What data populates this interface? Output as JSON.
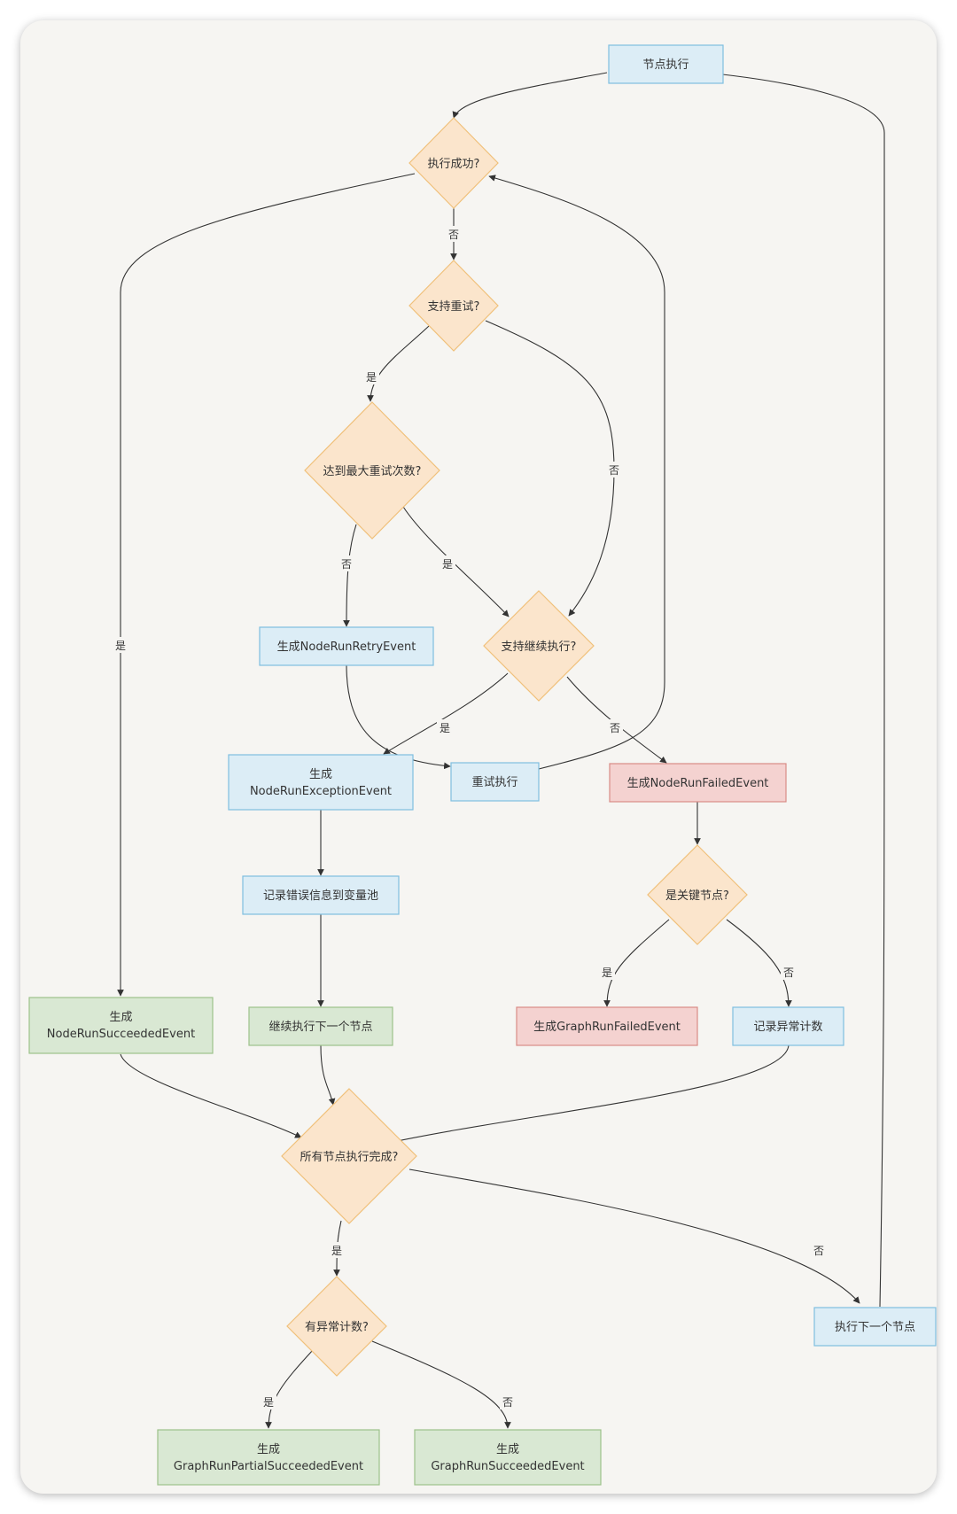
{
  "colors": {
    "process_fill": "#dcedf6",
    "process_stroke": "#7fbfe0",
    "decision_fill": "#fbe5cc",
    "decision_stroke": "#f0c07a",
    "success_fill": "#d9e8d3",
    "success_stroke": "#9cc28a",
    "error_fill": "#f4d2d0",
    "error_stroke": "#d98b86"
  },
  "nodes": {
    "node_exec": {
      "label": "节点执行",
      "style": "process"
    },
    "exec_success": {
      "label": "执行成功?",
      "style": "decision"
    },
    "support_retry": {
      "label": "支持重试?",
      "style": "decision"
    },
    "max_retry": {
      "label": "达到最大重试次数?",
      "style": "decision"
    },
    "support_continue": {
      "label": "支持继续执行?",
      "style": "decision"
    },
    "gen_retry_event": {
      "label": "生成NodeRunRetryEvent",
      "style": "process"
    },
    "gen_exception_event": {
      "lines": [
        "生成",
        "NodeRunExceptionEvent"
      ],
      "style": "process"
    },
    "retry_exec": {
      "label": "重试执行",
      "style": "process"
    },
    "gen_failed_event": {
      "label": "生成NodeRunFailedEvent",
      "style": "error"
    },
    "record_error": {
      "label": "记录错误信息到变量池",
      "style": "process"
    },
    "is_key_node": {
      "label": "是关键节点?",
      "style": "decision"
    },
    "gen_succeeded_event": {
      "lines": [
        "生成",
        "NodeRunSucceededEvent"
      ],
      "style": "success"
    },
    "continue_next": {
      "label": "继续执行下一个节点",
      "style": "success"
    },
    "gen_graph_failed": {
      "label": "生成GraphRunFailedEvent",
      "style": "error"
    },
    "record_exception_count": {
      "label": "记录异常计数",
      "style": "process"
    },
    "all_done": {
      "label": "所有节点执行完成?",
      "style": "decision"
    },
    "exec_next": {
      "label": "执行下一个节点",
      "style": "process"
    },
    "has_exception": {
      "label": "有异常计数?",
      "style": "decision"
    },
    "gen_partial_succeeded": {
      "lines": [
        "生成",
        "GraphRunPartialSucceededEvent"
      ],
      "style": "success"
    },
    "gen_graph_succeeded": {
      "lines": [
        "生成",
        "GraphRunSucceededEvent"
      ],
      "style": "success"
    }
  },
  "edge_labels": {
    "success_yes": "是",
    "success_no": "否",
    "retry_yes": "是",
    "retry_no": "否",
    "max_no": "否",
    "max_yes": "是",
    "continue_yes": "是",
    "continue_no": "否",
    "key_yes": "是",
    "key_no": "否",
    "all_yes": "是",
    "all_no": "否",
    "exc_yes": "是",
    "exc_no": "否"
  }
}
